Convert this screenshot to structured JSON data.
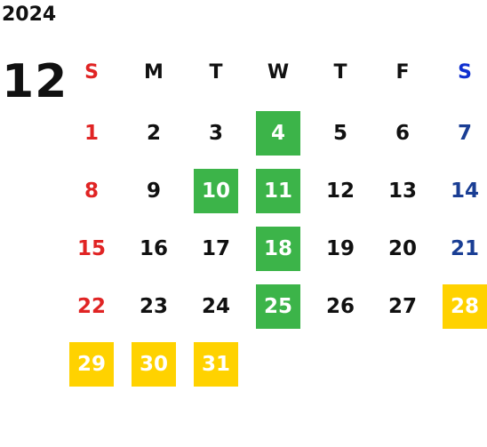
{
  "year": "2024",
  "month": "12",
  "weekdays": [
    "S",
    "M",
    "T",
    "W",
    "T",
    "F",
    "S"
  ],
  "colors": {
    "sunday_text": "#e02424",
    "saturday_text": "#1a3e94",
    "highlight_green": "#3cb449",
    "highlight_yellow": "#ffd200"
  },
  "days": [
    {
      "d": "1",
      "hl": ""
    },
    {
      "d": "2",
      "hl": ""
    },
    {
      "d": "3",
      "hl": ""
    },
    {
      "d": "4",
      "hl": "green"
    },
    {
      "d": "5",
      "hl": ""
    },
    {
      "d": "6",
      "hl": ""
    },
    {
      "d": "7",
      "hl": ""
    },
    {
      "d": "8",
      "hl": ""
    },
    {
      "d": "9",
      "hl": ""
    },
    {
      "d": "10",
      "hl": "green"
    },
    {
      "d": "11",
      "hl": "green"
    },
    {
      "d": "12",
      "hl": ""
    },
    {
      "d": "13",
      "hl": ""
    },
    {
      "d": "14",
      "hl": ""
    },
    {
      "d": "15",
      "hl": ""
    },
    {
      "d": "16",
      "hl": ""
    },
    {
      "d": "17",
      "hl": ""
    },
    {
      "d": "18",
      "hl": "green"
    },
    {
      "d": "19",
      "hl": ""
    },
    {
      "d": "20",
      "hl": ""
    },
    {
      "d": "21",
      "hl": ""
    },
    {
      "d": "22",
      "hl": ""
    },
    {
      "d": "23",
      "hl": ""
    },
    {
      "d": "24",
      "hl": ""
    },
    {
      "d": "25",
      "hl": "green"
    },
    {
      "d": "26",
      "hl": ""
    },
    {
      "d": "27",
      "hl": ""
    },
    {
      "d": "28",
      "hl": "yellow"
    },
    {
      "d": "29",
      "hl": "yellow"
    },
    {
      "d": "30",
      "hl": "yellow"
    },
    {
      "d": "31",
      "hl": "yellow"
    }
  ]
}
